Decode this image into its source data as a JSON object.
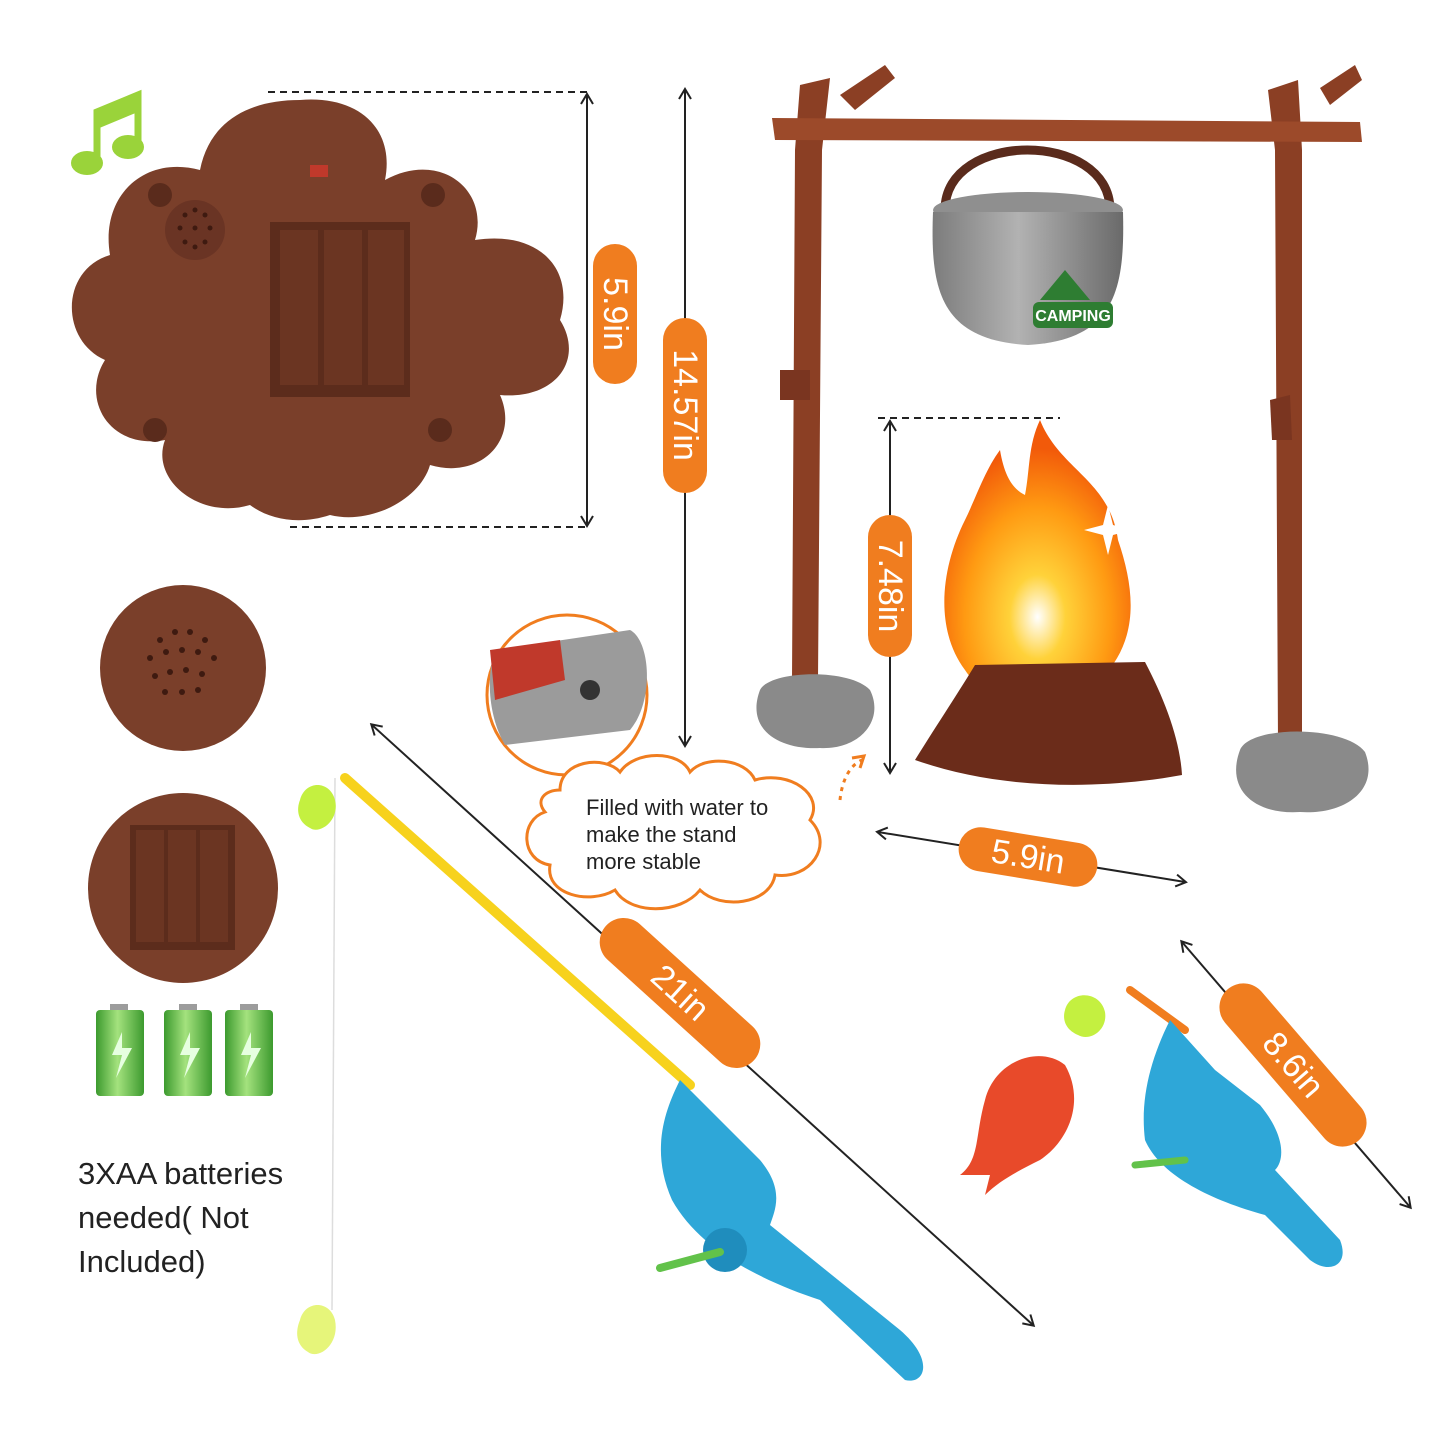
{
  "dimensions": {
    "base_height": "5.9in",
    "stand_height": "14.57in",
    "fire_height": "7.48in",
    "fire_width": "5.9in",
    "long_rod_length": "21in",
    "short_rod_length": "8.6in"
  },
  "pot_logo": "CAMPING",
  "water_note": {
    "line1": "Filled with water to",
    "line2": "make the stand",
    "line3": "more stable"
  },
  "battery_note": {
    "line1": "3XAA batteries",
    "line2": "needed( Not",
    "line3": "Included)"
  },
  "colors": {
    "accent_orange": "#f07d1f",
    "toy_brown": "#7a3f2a",
    "rod_blue": "#2ea7d8",
    "battery_green": "#6cc74a"
  }
}
